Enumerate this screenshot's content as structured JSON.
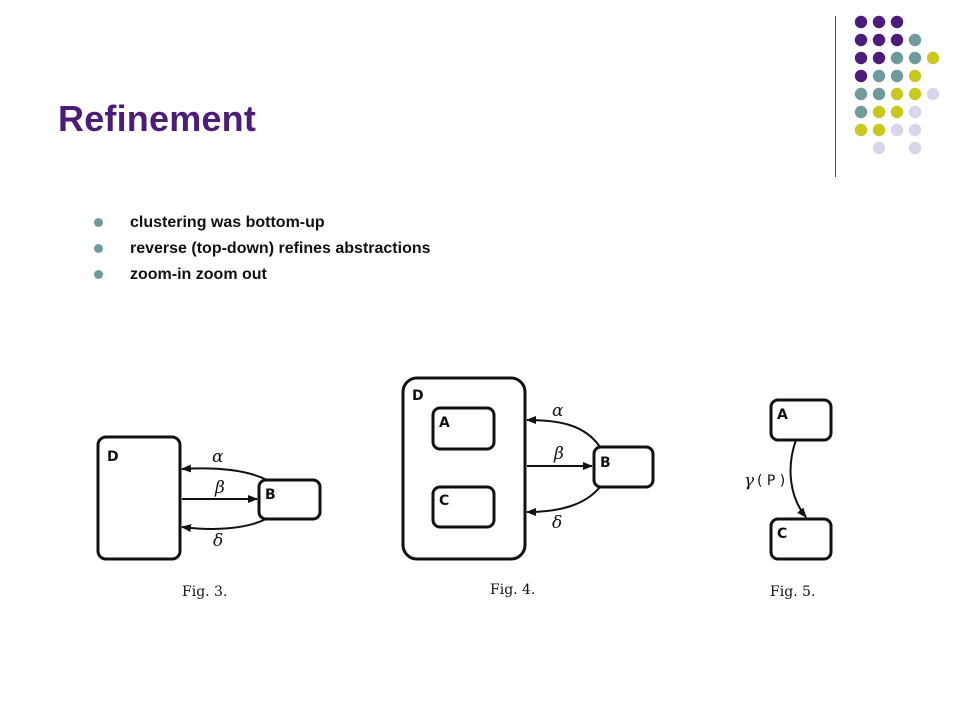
{
  "slide": {
    "title": "Refinement",
    "bullets": [
      "clustering was bottom-up",
      "reverse (top-down) refines abstractions",
      "zoom-in zoom out"
    ]
  },
  "decor": {
    "palette": [
      "#4b1c79",
      "#6e9b9b",
      "#c8c81e",
      "#d9d6ec"
    ],
    "bullet_color": "#6e9b9b",
    "title_color": "#4b1c79"
  },
  "figures": {
    "fig3": {
      "caption": "Fig. 3.",
      "states": {
        "d": "D",
        "b": "B"
      },
      "arrows": {
        "alpha": "α",
        "beta": "β",
        "delta": "δ"
      }
    },
    "fig4": {
      "caption": "Fig. 4.",
      "states": {
        "d": "D",
        "a": "A",
        "c": "C",
        "b": "B"
      },
      "arrows": {
        "alpha": "α",
        "beta": "β",
        "delta": "δ"
      }
    },
    "fig5": {
      "caption": "Fig. 5.",
      "states": {
        "a": "A",
        "c": "C"
      },
      "arrows": {
        "gamma": "γ",
        "condition": "( P )"
      }
    }
  }
}
